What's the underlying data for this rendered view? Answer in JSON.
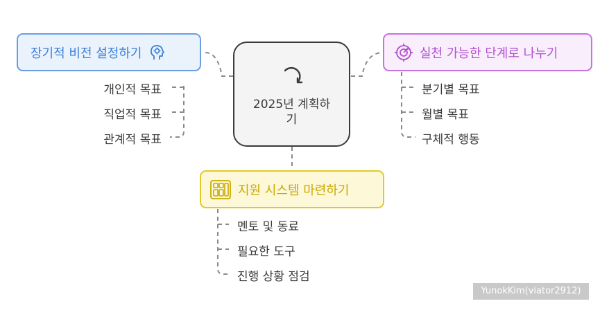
{
  "center": {
    "title": "2025년 계획하기"
  },
  "branches": {
    "vision": {
      "label": "장기적 비전 설정하기",
      "icon": "gear-head-icon",
      "color": "#3b7dd8",
      "items": [
        "개인적 목표",
        "직업적 목표",
        "관계적 목표"
      ]
    },
    "steps": {
      "label": "실천 가능한 단계로 나누기",
      "icon": "target-icon",
      "color": "#b14fce",
      "items": [
        "분기별 목표",
        "월별 목표",
        "구체적 행동"
      ]
    },
    "support": {
      "label": "지원 시스템 마련하기",
      "icon": "dashboard-grid-icon",
      "color": "#c9a900",
      "items": [
        "멘토 및 동료",
        "필요한 도구",
        "진행 상황 점검"
      ]
    }
  },
  "watermark": "YunokKim(viator2912)"
}
